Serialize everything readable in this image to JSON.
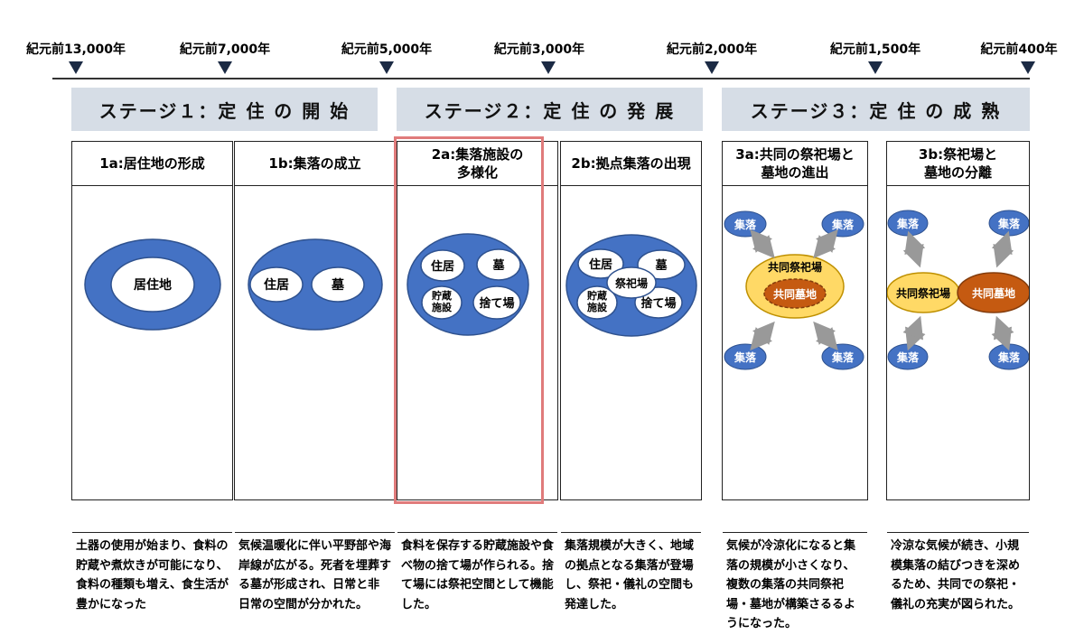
{
  "timeline": [
    "紀元前13,000年",
    "紀元前7,000年",
    "紀元前5,000年",
    "紀元前3,000年",
    "紀元前2,000年",
    "紀元前1,500年",
    "紀元前400年"
  ],
  "stages": [
    "ステージ１：定 住 の 開 始",
    "ステージ２：定 住 の 発 展",
    "ステージ３：定 住 の 成 熟"
  ],
  "cards": [
    {
      "title": "1a:居住地の形成",
      "text": "土器の使用が始まり、食料の貯蔵や煮炊きが可能になり、食料の種類も増え、食生活が豊かになった"
    },
    {
      "title": "1b:集落の成立",
      "text": "気候温暖化に伴い平野部や海岸線が広がる。死者を埋葬する墓が形成され、日常と非日常の空間が分かれた。"
    },
    {
      "title": "2a:集落施設の\n多様化",
      "text": "食料を保存する貯蔵施設や食べ物の捨て場が作られる。捨て場には祭祀空間として機能した。"
    },
    {
      "title": "2b:拠点集落の出現",
      "text": "集落規模が大きく、地域の拠点となる集落が登場し、祭祀・儀礼の空間も発達した。"
    },
    {
      "title": "3a:共同の祭祀場と\n墓地の進出",
      "text": "気候が冷涼化になると集落の規模が小さくなり、複数の集落の共同祭祀場・墓地が構築さるるようになった。"
    },
    {
      "title": "3b:祭祀場と\n墓地の分離",
      "text": "冷涼な気候が続き、小規模集落の結びつきを深めるため、共同での祭祀・儀礼の充実が図られた。"
    }
  ],
  "diagram": {
    "jukyochi": "居住地",
    "jukyo": "住居",
    "haka": "墓",
    "chozo": "貯蔵\n施設",
    "sutebayoshi": "捨て場",
    "saishijo": "祭祀場",
    "shuraku": "集落",
    "kyodo_saishijo": "共同祭祀場",
    "kyodo_bochi": "共同墓地"
  },
  "colors": {
    "blue": "#4472c4",
    "yellow": "#ffd966",
    "orange": "#c55a11",
    "stage_bg": "#d6dde6",
    "highlight": "#e07b7b",
    "arrow": "#999999"
  }
}
